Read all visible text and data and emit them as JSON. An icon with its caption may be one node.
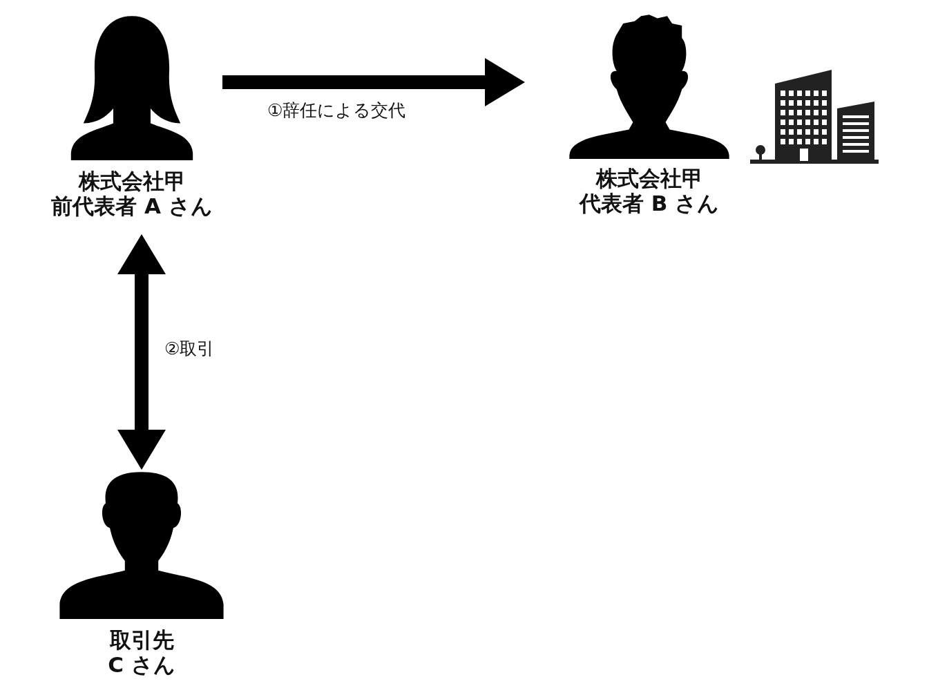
{
  "diagram": {
    "nodes": [
      {
        "text": [
          "株式会社甲前代表者 A さん"
        ]
      },
      {
        "text": [
          "株式会社甲代表者 B さん"
        ]
      },
      {
        "text": [
          "取引先C さん"
        ]
      }
    ],
    "edges": [
      {
        "from": 0,
        "to": 1,
        "arrow": "to",
        "label": "①辞任による交代"
      },
      {
        "from": 0,
        "to": 2,
        "arrow": "both",
        "label": "②取引"
      }
    ]
  }
}
